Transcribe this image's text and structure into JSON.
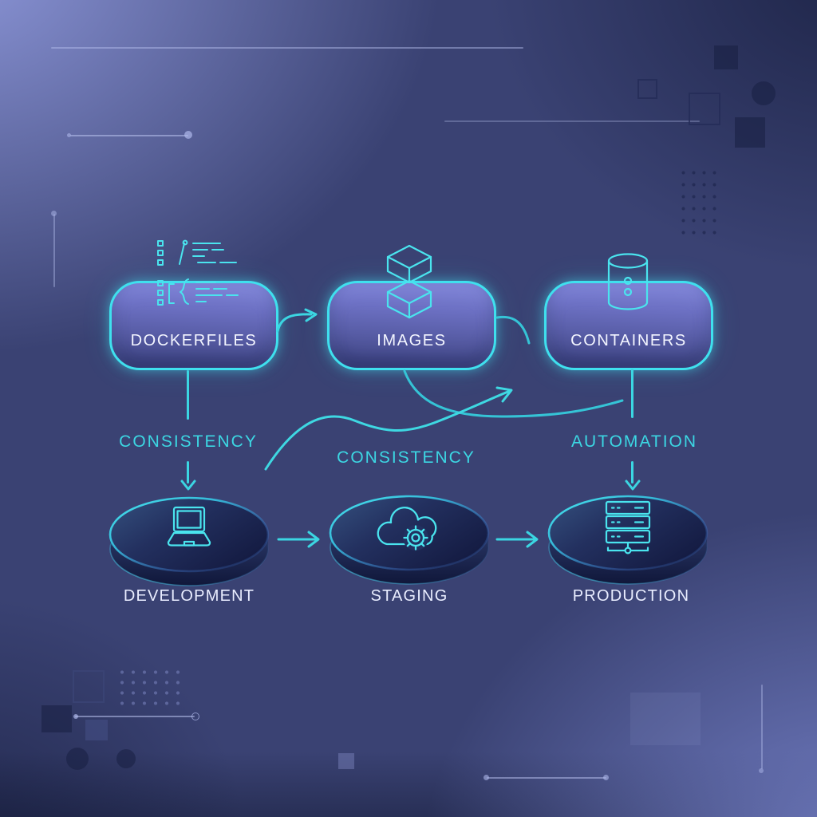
{
  "pipeline": {
    "boxes": [
      {
        "label": "DOCKERFILES",
        "icon": "dockerfile-code-icon"
      },
      {
        "label": "IMAGES",
        "icon": "image-cubes-icon"
      },
      {
        "label": "CONTAINERS",
        "icon": "container-cylinder-icon"
      }
    ],
    "edge_labels": {
      "left": "CONSISTENCY",
      "middle": "CONSISTENCY",
      "right": "AUTOMATION"
    },
    "environments": [
      {
        "label": "DEVELOPMENT",
        "icon": "laptop-icon"
      },
      {
        "label": "STAGING",
        "icon": "cloud-gear-icon"
      },
      {
        "label": "PRODUCTION",
        "icon": "server-icon"
      }
    ]
  },
  "colors": {
    "accent_cyan": "#3fe0ee",
    "label_cyan": "#3cd7e3",
    "text_white": "#f3f5ff",
    "background_navy": "#3a4273"
  }
}
